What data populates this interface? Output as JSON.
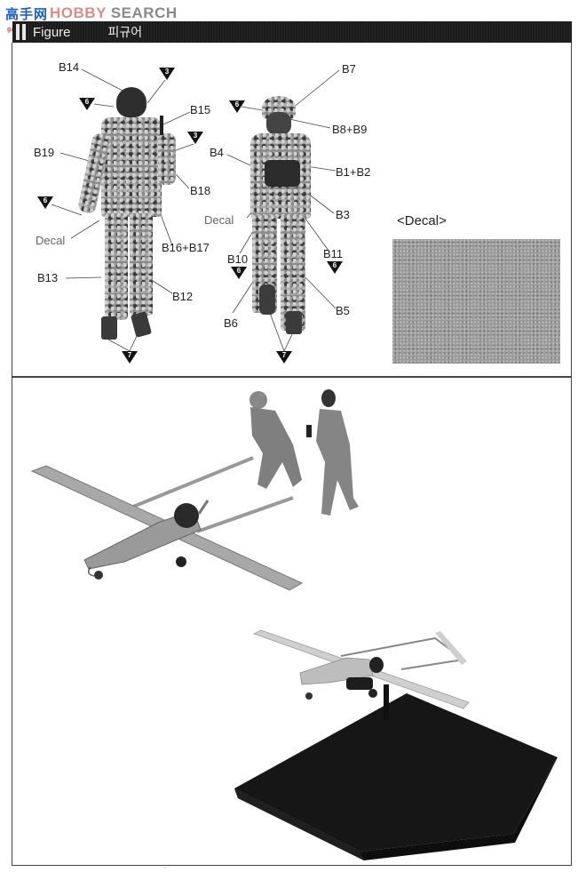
{
  "watermark": {
    "chinese": "高手网",
    "brand_prefix": "HOBBY",
    "brand_suffix": "SEARCH",
    "sub": "gao.shou.com"
  },
  "header": {
    "title": "Figure",
    "title_kr": "피규어"
  },
  "figure_callouts": {
    "soldier_left": {
      "parts": [
        "B14",
        "B15",
        "B19",
        "B18",
        "B16+B17",
        "B13",
        "B12"
      ],
      "decal_label": "Decal",
      "paint_refs": [
        "3",
        "6",
        "3",
        "6",
        "7"
      ]
    },
    "soldier_right": {
      "parts": [
        "B7",
        "B8+B9",
        "B4",
        "B1+B2",
        "B3",
        "B10",
        "B11",
        "B6",
        "B5"
      ],
      "decal_label": "Decal",
      "paint_refs": [
        "6",
        "6",
        "6",
        "7"
      ]
    },
    "labels": {
      "B14": "B14",
      "B15": "B15",
      "B19": "B19",
      "B18": "B18",
      "B16B17": "B16+B17",
      "B13": "B13",
      "B12": "B12",
      "B7": "B7",
      "B8B9": "B8+B9",
      "B4": "B4",
      "B1B2": "B1+B2",
      "B3": "B3",
      "B10": "B10",
      "B11": "B11",
      "B6": "B6",
      "B5": "B5",
      "decal": "Decal"
    },
    "paint": {
      "p3": "3",
      "p6": "6",
      "p7": "7"
    }
  },
  "decal_panel": {
    "title": "<Decal>"
  },
  "photos": {
    "scene_1": "UAV with two soldier figures carrying tail boom",
    "scene_2": "UAV displayed on black rectangular base"
  }
}
